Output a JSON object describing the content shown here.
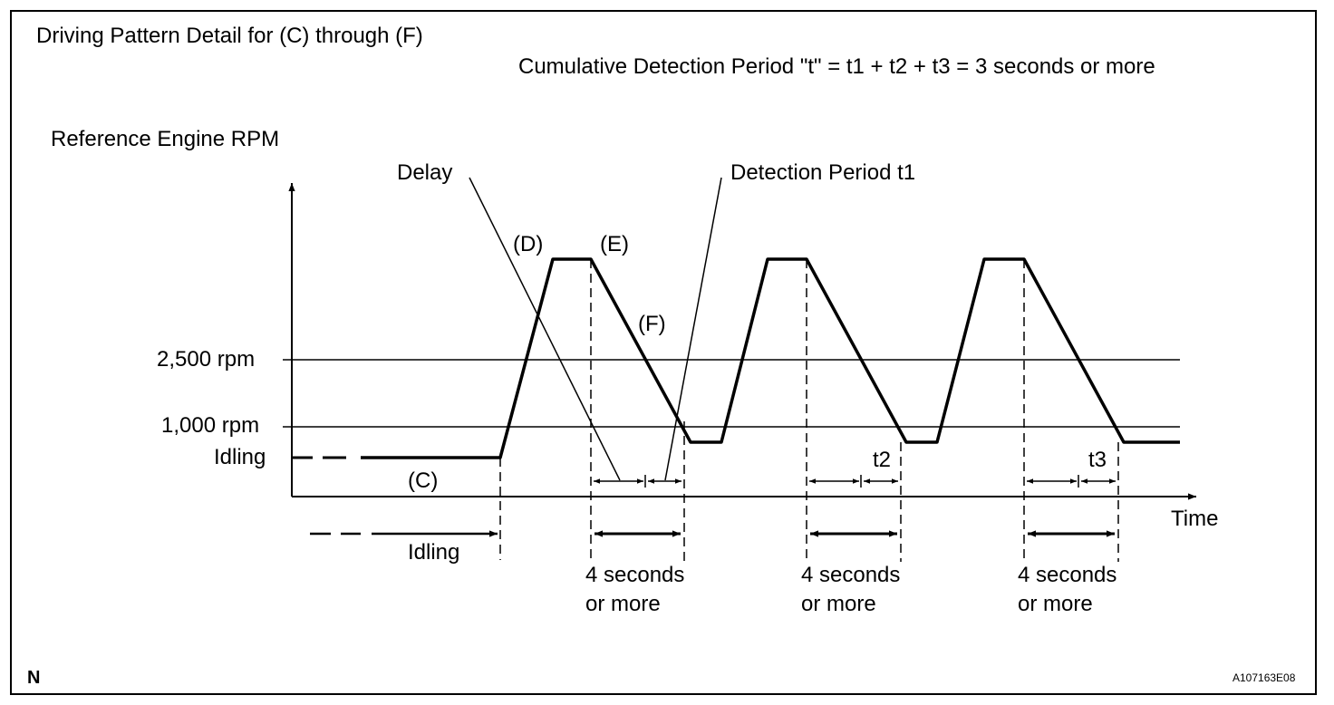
{
  "title": "Driving Pattern Detail for (C) through (F)",
  "formula": "Cumulative Detection Period \"t\" = t1 + t2 + t3 = 3 seconds or more",
  "y_axis_label": "Reference Engine RPM",
  "x_axis_label": "Time",
  "levels": {
    "rpm_2500": "2,500 rpm",
    "rpm_1000": "1,000 rpm",
    "idling": "Idling"
  },
  "callouts": {
    "delay": "Delay",
    "detection_period": "Detection Period t1"
  },
  "phases": {
    "c": "(C)",
    "d": "(D)",
    "e": "(E)",
    "f": "(F)"
  },
  "periods": {
    "t2": "t2",
    "t3": "t3"
  },
  "below_axis": {
    "idling": "Idling",
    "duration_line1": "4 seconds",
    "duration_line2": "or more"
  },
  "corner_mark": "N",
  "figure_id": "A107163E08"
}
